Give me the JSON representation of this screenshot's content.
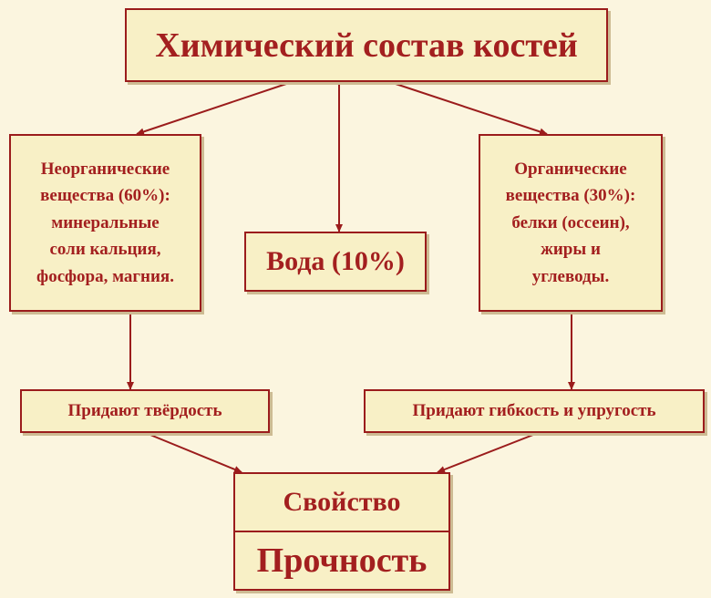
{
  "title": "Химический состав костей",
  "inorganic": {
    "lines": [
      "Неорганические",
      "вещества (60%):",
      "минеральные",
      "соли кальция,",
      "фосфора, магния."
    ]
  },
  "water": "Вода (10%)",
  "organic": {
    "lines": [
      "Органические",
      "вещества (30%):",
      "белки (оссеин),",
      "жиры и",
      "углеводы."
    ]
  },
  "hardness": "Придают твёрдость",
  "flexibility": "Придают гибкость и упругость",
  "property": {
    "label": "Свойство",
    "value": "Прочность"
  },
  "colors": {
    "text": "#a31f1f",
    "border": "#9b1c1c",
    "box_fill": "#f8f0c6",
    "background": "#fbf5df"
  }
}
